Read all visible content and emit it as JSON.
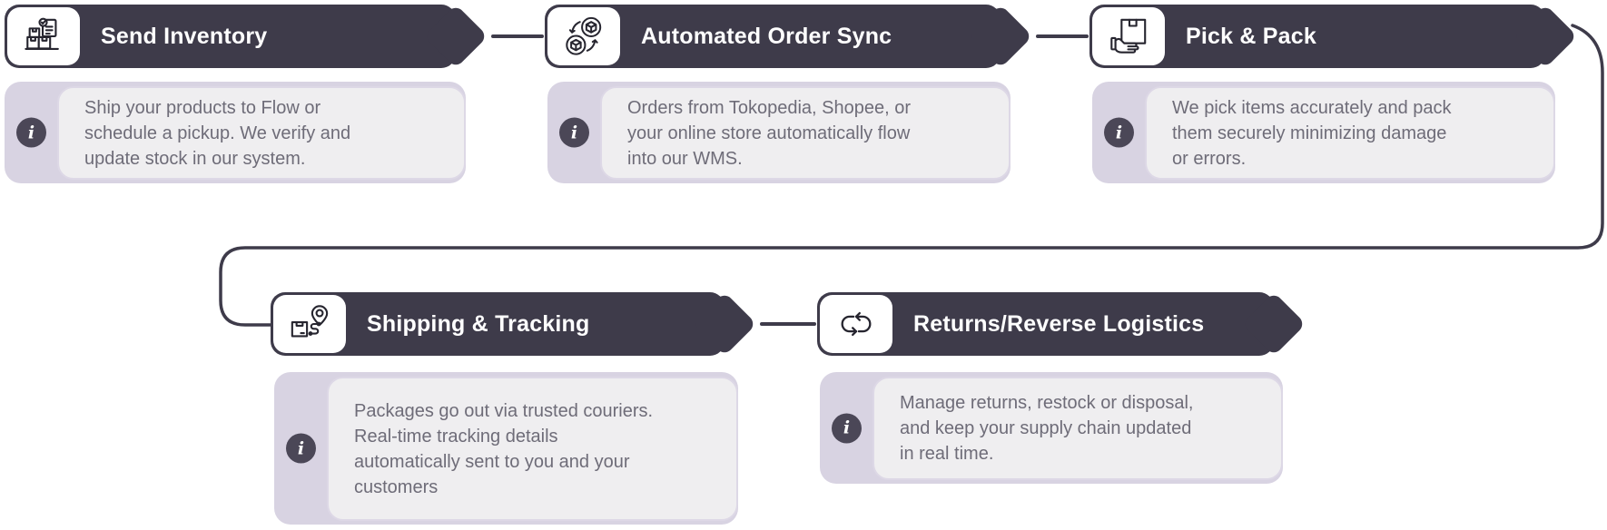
{
  "flow": {
    "steps": [
      {
        "title": "Send Inventory",
        "icon": "inventory-boxes-icon",
        "description_lines": [
          "Ship your products to Flow or",
          "schedule a pickup. We verify and",
          "update stock in our system."
        ]
      },
      {
        "title": "Automated Order Sync",
        "icon": "sync-cubes-icon",
        "description_lines": [
          "Orders from Tokopedia, Shopee, or",
          "your online store automatically flow",
          "into our WMS."
        ]
      },
      {
        "title": "Pick & Pack",
        "icon": "hand-box-icon",
        "description_lines": [
          "We pick items accurately and pack",
          "them securely minimizing damage",
          "or errors."
        ]
      },
      {
        "title": "Shipping & Tracking",
        "icon": "box-route-pin-icon",
        "description_lines": [
          "Packages go out via trusted couriers.",
          "Real-time tracking details",
          "automatically sent to you and your",
          "customers"
        ]
      },
      {
        "title": "Returns/Reverse Logistics",
        "icon": "loop-arrows-icon",
        "description_lines": [
          "Manage returns, restock or disposal,",
          "and keep your supply chain updated",
          "in real time."
        ]
      }
    ]
  },
  "info_badge": {
    "glyph": "i"
  },
  "colors": {
    "header_bg": "#3E3B4A",
    "header_text": "#FFFFFF",
    "icon_box_bg": "#FFFFFF",
    "icon_stroke": "#26252F",
    "card_accent": "#D8D3E2",
    "card_bg": "#EFEEF0",
    "card_border": "#DDD8E6",
    "body_text": "#6E6C78",
    "info_badge_bg": "#4B4757",
    "connector": "#3E3B4A",
    "background": "#FFFFFF"
  }
}
